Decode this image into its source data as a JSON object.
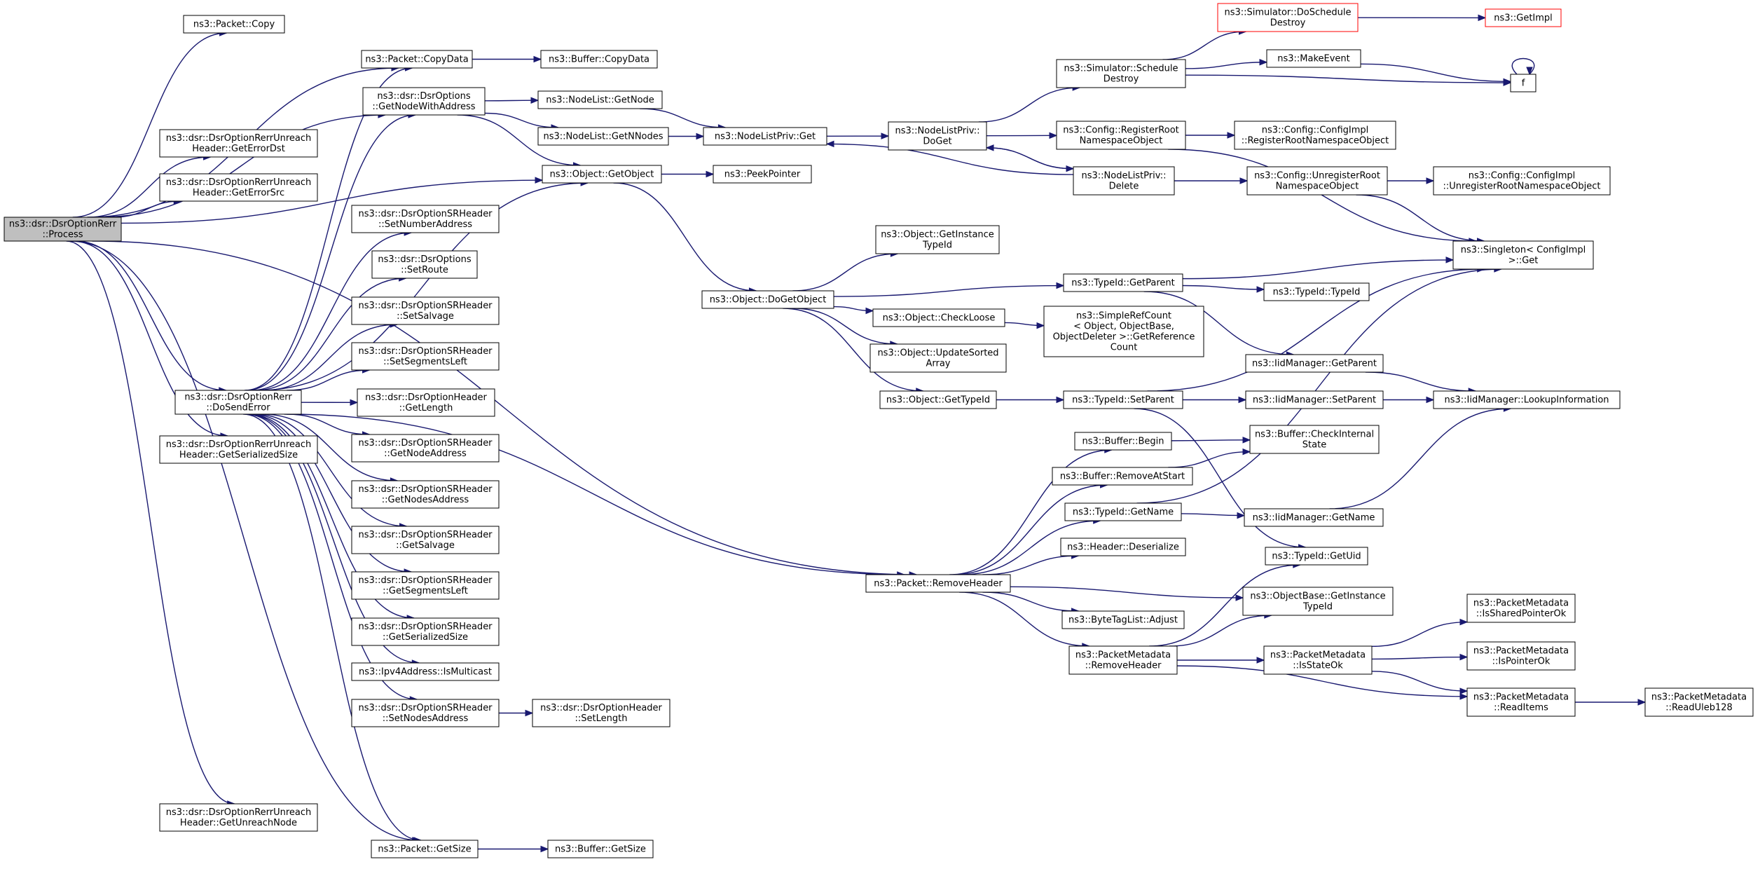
{
  "nodes": [
    {
      "id": "process",
      "lines": [
        "ns3::dsr::DsrOptionRerr",
        "::Process"
      ],
      "style": "root"
    },
    {
      "id": "copy",
      "lines": [
        "ns3::Packet::Copy"
      ]
    },
    {
      "id": "copydata",
      "lines": [
        "ns3::Packet::CopyData"
      ]
    },
    {
      "id": "bufcopydata",
      "lines": [
        "ns3::Buffer::CopyData"
      ]
    },
    {
      "id": "getnodewithaddr",
      "lines": [
        "ns3::dsr::DsrOptions",
        "::GetNodeWithAddress"
      ]
    },
    {
      "id": "nlgetnode",
      "lines": [
        "ns3::NodeList::GetNode"
      ]
    },
    {
      "id": "nlgetnnodes",
      "lines": [
        "ns3::NodeList::GetNNodes"
      ]
    },
    {
      "id": "getobject",
      "lines": [
        "ns3::Object::GetObject"
      ]
    },
    {
      "id": "peekpointer",
      "lines": [
        "ns3::PeekPointer"
      ]
    },
    {
      "id": "geterrordst",
      "lines": [
        "ns3::dsr::DsrOptionRerrUnreach",
        "Header::GetErrorDst"
      ]
    },
    {
      "id": "geterrorsrc",
      "lines": [
        "ns3::dsr::DsrOptionRerrUnreach",
        "Header::GetErrorSrc"
      ]
    },
    {
      "id": "setnumaddr",
      "lines": [
        "ns3::dsr::DsrOptionSRHeader",
        "::SetNumberAddress"
      ]
    },
    {
      "id": "setroute",
      "lines": [
        "ns3::dsr::DsrOptions",
        "::SetRoute"
      ]
    },
    {
      "id": "setsalvage",
      "lines": [
        "ns3::dsr::DsrOptionSRHeader",
        "::SetSalvage"
      ]
    },
    {
      "id": "setsegleft",
      "lines": [
        "ns3::dsr::DsrOptionSRHeader",
        "::SetSegmentsLeft"
      ]
    },
    {
      "id": "hdrgetlength",
      "lines": [
        "ns3::dsr::DsrOptionHeader",
        "::GetLength"
      ]
    },
    {
      "id": "dosenderror",
      "lines": [
        "ns3::dsr::DsrOptionRerr",
        "::DoSendError"
      ]
    },
    {
      "id": "getserializedsize",
      "lines": [
        "ns3::dsr::DsrOptionRerrUnreach",
        "Header::GetSerializedSize"
      ]
    },
    {
      "id": "getnodeaddr",
      "lines": [
        "ns3::dsr::DsrOptionSRHeader",
        "::GetNodeAddress"
      ]
    },
    {
      "id": "getnodesaddr",
      "lines": [
        "ns3::dsr::DsrOptionSRHeader",
        "::GetNodesAddress"
      ]
    },
    {
      "id": "getsalvage",
      "lines": [
        "ns3::dsr::DsrOptionSRHeader",
        "::GetSalvage"
      ]
    },
    {
      "id": "getsegleft",
      "lines": [
        "ns3::dsr::DsrOptionSRHeader",
        "::GetSegmentsLeft"
      ]
    },
    {
      "id": "srgetsersize",
      "lines": [
        "ns3::dsr::DsrOptionSRHeader",
        "::GetSerializedSize"
      ]
    },
    {
      "id": "ismulticast",
      "lines": [
        "ns3::Ipv4Address::IsMulticast"
      ]
    },
    {
      "id": "setnodesaddr",
      "lines": [
        "ns3::dsr::DsrOptionSRHeader",
        "::SetNodesAddress"
      ]
    },
    {
      "id": "hdrsetlength",
      "lines": [
        "ns3::dsr::DsrOptionHeader",
        "::SetLength"
      ]
    },
    {
      "id": "getunreachnode",
      "lines": [
        "ns3::dsr::DsrOptionRerrUnreach",
        "Header::GetUnreachNode"
      ]
    },
    {
      "id": "getsize",
      "lines": [
        "ns3::Packet::GetSize"
      ]
    },
    {
      "id": "bufgetsize",
      "lines": [
        "ns3::Buffer::GetSize"
      ]
    },
    {
      "id": "nlpget",
      "lines": [
        "ns3::NodeListPriv::Get"
      ]
    },
    {
      "id": "nlpdoget",
      "lines": [
        "ns3::NodeListPriv::",
        "DoGet"
      ]
    },
    {
      "id": "simschedestroy",
      "lines": [
        "ns3::Simulator::Schedule",
        "Destroy"
      ]
    },
    {
      "id": "simdoschedestroy",
      "lines": [
        "ns3::Simulator::DoSchedule",
        "Destroy"
      ],
      "style": "red"
    },
    {
      "id": "getimpl",
      "lines": [
        "ns3::GetImpl"
      ],
      "style": "red"
    },
    {
      "id": "makeevent",
      "lines": [
        "ns3::MakeEvent"
      ]
    },
    {
      "id": "f",
      "lines": [
        "f"
      ]
    },
    {
      "id": "cfgregroot",
      "lines": [
        "ns3::Config::RegisterRoot",
        "NamespaceObject"
      ]
    },
    {
      "id": "cfgimplregroot",
      "lines": [
        "ns3::Config::ConfigImpl",
        "::RegisterRootNamespaceObject"
      ]
    },
    {
      "id": "nlpdelete",
      "lines": [
        "ns3::NodeListPriv::",
        "Delete"
      ]
    },
    {
      "id": "cfgunregroot",
      "lines": [
        "ns3::Config::UnregisterRoot",
        "NamespaceObject"
      ]
    },
    {
      "id": "cfgimplunregroot",
      "lines": [
        "ns3::Config::ConfigImpl",
        "::UnregisterRootNamespaceObject"
      ]
    },
    {
      "id": "singletonget",
      "lines": [
        "ns3::Singleton< ConfigImpl",
        ">::Get"
      ]
    },
    {
      "id": "objgetinsttid",
      "lines": [
        "ns3::Object::GetInstance",
        "TypeId"
      ]
    },
    {
      "id": "dogetobject",
      "lines": [
        "ns3::Object::DoGetObject"
      ]
    },
    {
      "id": "tidgetparent",
      "lines": [
        "ns3::TypeId::GetParent"
      ]
    },
    {
      "id": "tidtypeid",
      "lines": [
        "ns3::TypeId::TypeId"
      ]
    },
    {
      "id": "checkloose",
      "lines": [
        "ns3::Object::CheckLoose"
      ]
    },
    {
      "id": "simplerefcount",
      "lines": [
        "ns3::SimpleRefCount",
        "< Object, ObjectBase,",
        "ObjectDeleter >::GetReference",
        "Count"
      ]
    },
    {
      "id": "updatesorted",
      "lines": [
        "ns3::Object::UpdateSorted",
        "Array"
      ]
    },
    {
      "id": "iidgetparent",
      "lines": [
        "ns3::IidManager::GetParent"
      ]
    },
    {
      "id": "objgettypeid",
      "lines": [
        "ns3::Object::GetTypeId"
      ]
    },
    {
      "id": "tidsetparent",
      "lines": [
        "ns3::TypeId::SetParent"
      ]
    },
    {
      "id": "iidsetparent",
      "lines": [
        "ns3::IidManager::SetParent"
      ]
    },
    {
      "id": "iidlookup",
      "lines": [
        "ns3::IidManager::LookupInformation"
      ]
    },
    {
      "id": "bufbegin",
      "lines": [
        "ns3::Buffer::Begin"
      ]
    },
    {
      "id": "bufcheckinternal",
      "lines": [
        "ns3::Buffer::CheckInternal",
        "State"
      ]
    },
    {
      "id": "bufremoveatstart",
      "lines": [
        "ns3::Buffer::RemoveAtStart"
      ]
    },
    {
      "id": "tidgetname",
      "lines": [
        "ns3::TypeId::GetName"
      ]
    },
    {
      "id": "iidgetname",
      "lines": [
        "ns3::IidManager::GetName"
      ]
    },
    {
      "id": "hdrdeserialize",
      "lines": [
        "ns3::Header::Deserialize"
      ]
    },
    {
      "id": "tidgetuid",
      "lines": [
        "ns3::TypeId::GetUid"
      ]
    },
    {
      "id": "removeheader",
      "lines": [
        "ns3::Packet::RemoveHeader"
      ]
    },
    {
      "id": "objbasegetinsttid",
      "lines": [
        "ns3::ObjectBase::GetInstance",
        "TypeId"
      ]
    },
    {
      "id": "btladjust",
      "lines": [
        "ns3::ByteTagList::Adjust"
      ]
    },
    {
      "id": "pmremoveheader",
      "lines": [
        "ns3::PacketMetadata",
        "::RemoveHeader"
      ]
    },
    {
      "id": "pmisstateok",
      "lines": [
        "ns3::PacketMetadata",
        "::IsStateOk"
      ]
    },
    {
      "id": "pmissharedptrok",
      "lines": [
        "ns3::PacketMetadata",
        "::IsSharedPointerOk"
      ]
    },
    {
      "id": "pmispointerok",
      "lines": [
        "ns3::PacketMetadata",
        "::IsPointerOk"
      ]
    },
    {
      "id": "pmreaditems",
      "lines": [
        "ns3::PacketMetadata",
        "::ReadItems"
      ]
    },
    {
      "id": "pmreaduleb",
      "lines": [
        "ns3::PacketMetadata",
        "::ReadUleb128"
      ]
    }
  ],
  "edges": [
    [
      "process",
      "copy"
    ],
    [
      "process",
      "copydata"
    ],
    [
      "process",
      "getnodewithaddr"
    ],
    [
      "process",
      "geterrordst"
    ],
    [
      "process",
      "geterrorsrc"
    ],
    [
      "process",
      "getobject"
    ],
    [
      "process",
      "dosenderror"
    ],
    [
      "process",
      "getserializedsize"
    ],
    [
      "process",
      "getunreachnode"
    ],
    [
      "process",
      "getsize"
    ],
    [
      "process",
      "removeheader"
    ],
    [
      "copydata",
      "bufcopydata"
    ],
    [
      "getnodewithaddr",
      "nlgetnode"
    ],
    [
      "getnodewithaddr",
      "nlgetnnodes"
    ],
    [
      "getnodewithaddr",
      "getobject"
    ],
    [
      "nlgetnode",
      "nlpget"
    ],
    [
      "nlgetnnodes",
      "nlpget"
    ],
    [
      "nlpget",
      "nlpdoget"
    ],
    [
      "nlpdoget",
      "simschedestroy"
    ],
    [
      "nlpdoget",
      "cfgregroot"
    ],
    [
      "nlpdoget",
      "nlpdelete"
    ],
    [
      "simschedestroy",
      "simdoschedestroy"
    ],
    [
      "simschedestroy",
      "makeevent"
    ],
    [
      "simschedestroy",
      "f"
    ],
    [
      "simdoschedestroy",
      "getimpl"
    ],
    [
      "makeevent",
      "f"
    ],
    [
      "f",
      "f"
    ],
    [
      "cfgregroot",
      "cfgimplregroot"
    ],
    [
      "cfgregroot",
      "singletonget"
    ],
    [
      "nlpdelete",
      "nlpdoget"
    ],
    [
      "nlpdelete",
      "nlpget"
    ],
    [
      "nlpdelete",
      "cfgunregroot"
    ],
    [
      "cfgunregroot",
      "cfgimplunregroot"
    ],
    [
      "cfgunregroot",
      "singletonget"
    ],
    [
      "getobject",
      "peekpointer"
    ],
    [
      "getobject",
      "dogetobject"
    ],
    [
      "dogetobject",
      "objgetinsttid"
    ],
    [
      "dogetobject",
      "tidgetparent"
    ],
    [
      "dogetobject",
      "checkloose"
    ],
    [
      "dogetobject",
      "updatesorted"
    ],
    [
      "dogetobject",
      "objgettypeid"
    ],
    [
      "checkloose",
      "simplerefcount"
    ],
    [
      "tidgetparent",
      "singletonget"
    ],
    [
      "tidgetparent",
      "tidtypeid"
    ],
    [
      "tidgetparent",
      "iidgetparent"
    ],
    [
      "iidgetparent",
      "iidlookup"
    ],
    [
      "objgettypeid",
      "tidsetparent"
    ],
    [
      "tidsetparent",
      "singletonget"
    ],
    [
      "tidsetparent",
      "iidsetparent"
    ],
    [
      "tidsetparent",
      "tidgetuid"
    ],
    [
      "iidsetparent",
      "iidlookup"
    ],
    [
      "dosenderror",
      "setnumaddr"
    ],
    [
      "dosenderror",
      "setroute"
    ],
    [
      "dosenderror",
      "setsalvage"
    ],
    [
      "dosenderror",
      "setsegleft"
    ],
    [
      "dosenderror",
      "hdrgetlength"
    ],
    [
      "dosenderror",
      "getnodeaddr"
    ],
    [
      "dosenderror",
      "getnodesaddr"
    ],
    [
      "dosenderror",
      "getsalvage"
    ],
    [
      "dosenderror",
      "getsegleft"
    ],
    [
      "dosenderror",
      "srgetsersize"
    ],
    [
      "dosenderror",
      "ismulticast"
    ],
    [
      "dosenderror",
      "setnodesaddr"
    ],
    [
      "dosenderror",
      "getsize"
    ],
    [
      "dosenderror",
      "removeheader"
    ],
    [
      "dosenderror",
      "copydata"
    ],
    [
      "dosenderror",
      "getnodewithaddr"
    ],
    [
      "dosenderror",
      "getobject"
    ],
    [
      "setnodesaddr",
      "hdrsetlength"
    ],
    [
      "getsize",
      "bufgetsize"
    ],
    [
      "removeheader",
      "bufbegin"
    ],
    [
      "removeheader",
      "bufremoveatstart"
    ],
    [
      "removeheader",
      "tidgetname"
    ],
    [
      "removeheader",
      "hdrdeserialize"
    ],
    [
      "removeheader",
      "objbasegetinsttid"
    ],
    [
      "removeheader",
      "btladjust"
    ],
    [
      "removeheader",
      "pmremoveheader"
    ],
    [
      "bufbegin",
      "bufcheckinternal"
    ],
    [
      "bufremoveatstart",
      "bufcheckinternal"
    ],
    [
      "tidgetname",
      "singletonget"
    ],
    [
      "tidgetname",
      "iidgetname"
    ],
    [
      "iidgetname",
      "iidlookup"
    ],
    [
      "pmremoveheader",
      "tidgetuid"
    ],
    [
      "pmremoveheader",
      "objbasegetinsttid"
    ],
    [
      "pmremoveheader",
      "pmisstateok"
    ],
    [
      "pmremoveheader",
      "pmreaditems"
    ],
    [
      "pmisstateok",
      "pmissharedptrok"
    ],
    [
      "pmisstateok",
      "pmispointerok"
    ],
    [
      "pmisstateok",
      "pmreaditems"
    ],
    [
      "pmreaditems",
      "pmreaduleb"
    ]
  ]
}
